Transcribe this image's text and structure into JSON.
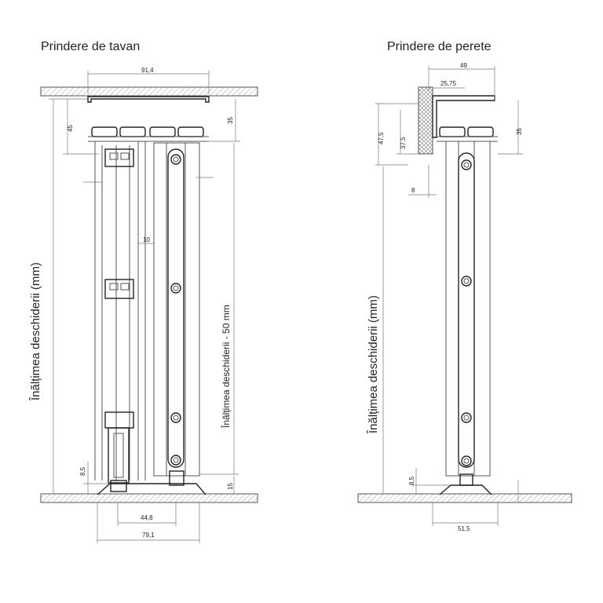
{
  "titles": {
    "ceiling": "Prindere de tavan",
    "wall": "Prindere de perete"
  },
  "ceiling_view": {
    "width_top": "91,4",
    "rail_depth": "45",
    "rail_height": "35",
    "gap": "10",
    "bottom_gap": "8,5",
    "bottom_guide": "15",
    "width_inner": "44,8",
    "width_outer": "79,1",
    "opening_height_label": "Înălțimea deschiderii (mm)",
    "door_height_label": "Înălțimea deschiderii  - 50 mm"
  },
  "wall_view": {
    "width_top": "49",
    "bracket_width": "25,75",
    "bracket_height": "47,5",
    "bracket_inner": "37,5",
    "rail_height": "35",
    "offset": "8",
    "bottom_gap": "8,5",
    "bottom_width": "51,5",
    "opening_height_label": "Înălțimea deschiderii (mm)"
  },
  "colors": {
    "line": "#555555",
    "hatch": "#999999",
    "text": "#222222"
  }
}
